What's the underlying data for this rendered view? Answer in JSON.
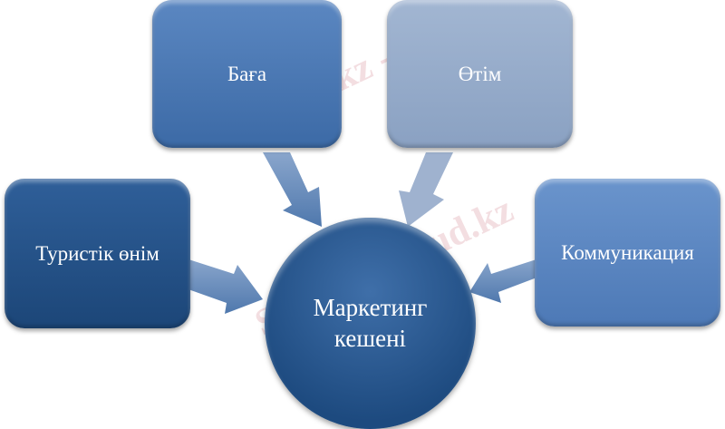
{
  "diagram": {
    "center": {
      "line1": "Маркетинг",
      "line2": "кешені"
    },
    "nodes": {
      "left": "Туристік өнім",
      "price": "Баға",
      "place": "Өтім",
      "right": "Коммуникация"
    }
  },
  "watermark": "Stud.kz - Stud.kz",
  "colors": {
    "dark": "#1c4678",
    "mid": "#3c6aa6",
    "light": "#8aa1c2",
    "right": "#4d79b6"
  }
}
